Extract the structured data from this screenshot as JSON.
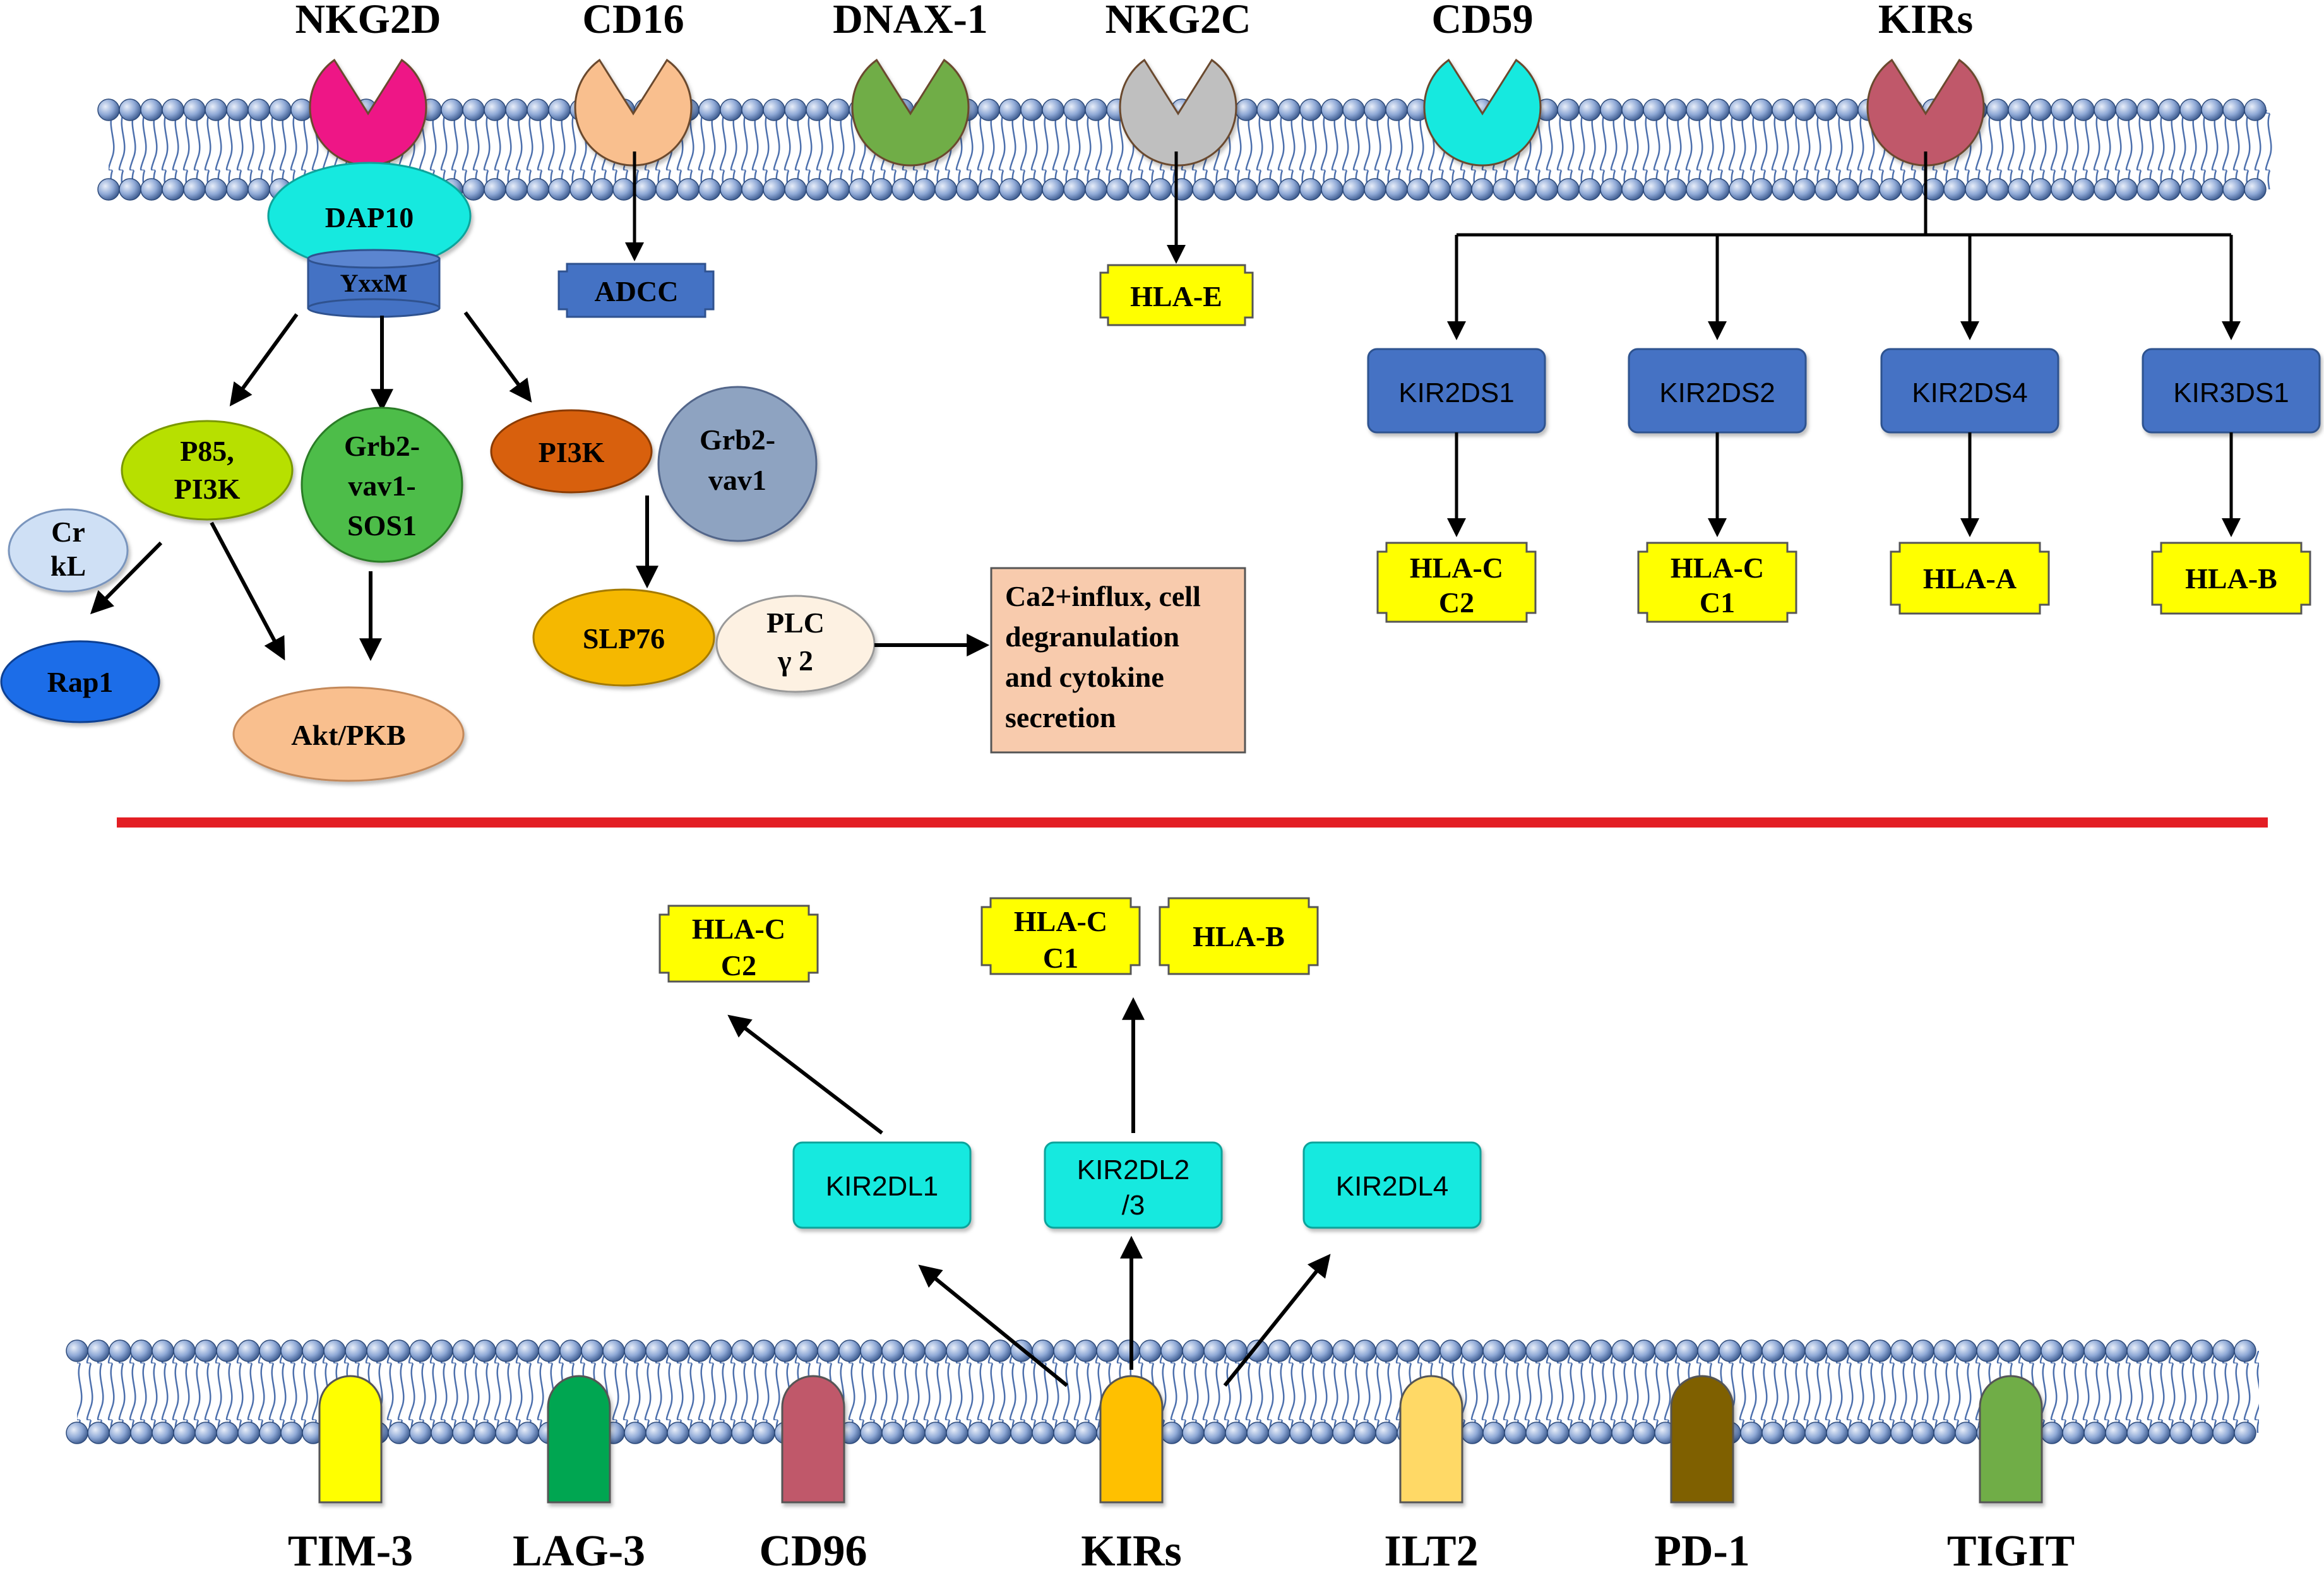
{
  "top_receptors": [
    {
      "label": "NKG2D",
      "color": "#ee1686"
    },
    {
      "label": "CD16",
      "color": "#f9bf8e"
    },
    {
      "label": "DNAX-1",
      "color": "#70ad47"
    },
    {
      "label": "NKG2C",
      "color": "#bfbfbf"
    },
    {
      "label": "CD59",
      "color": "#13e9df"
    },
    {
      "label": "KIRs",
      "color": "#c0586b"
    }
  ],
  "nkg2d_path": {
    "adaptor": "DAP10",
    "motif": "YxxM",
    "p85": [
      "P85,",
      "PI3K"
    ],
    "crkl": [
      "Cr",
      "kL"
    ],
    "rap1": "Rap1",
    "grb2_sos": [
      "Grb2-",
      "vav1-",
      "SOS1"
    ],
    "akt": "Akt/PKB",
    "pi3k": "PI3K",
    "grb2_vav": [
      "Grb2-",
      "vav1"
    ],
    "slp76": "SLP76",
    "plc": [
      "PLC",
      "γ 2"
    ],
    "outcome": [
      "Ca2+influx, cell",
      "degranulation",
      "and cytokine",
      "secretion"
    ]
  },
  "cd16_target": "ADCC",
  "nkg2c_target": "HLA-E",
  "activating_kirs": [
    {
      "name": "KIR2DS1",
      "ligand": [
        "HLA-C",
        "C2"
      ]
    },
    {
      "name": "KIR2DS2",
      "ligand": [
        "HLA-C",
        "C1"
      ]
    },
    {
      "name": "KIR2DS4",
      "ligand": [
        "HLA-A"
      ]
    },
    {
      "name": "KIR3DS1",
      "ligand": [
        "HLA-B"
      ]
    }
  ],
  "inhibitory_kirs": [
    {
      "name": [
        "KIR2DL1"
      ],
      "ligands": [
        [
          "HLA-C",
          "C2"
        ]
      ]
    },
    {
      "name": [
        "KIR2DL2",
        "/3"
      ],
      "ligands": [
        [
          "HLA-C",
          "C1"
        ],
        [
          "HLA-B"
        ]
      ]
    },
    {
      "name": [
        "KIR2DL4"
      ],
      "ligands": []
    }
  ],
  "bottom_receptors": [
    {
      "label": "TIM-3",
      "color": "#ffff00"
    },
    {
      "label": "LAG-3",
      "color": "#00a651"
    },
    {
      "label": "CD96",
      "color": "#c0586b"
    },
    {
      "label": "KIRs",
      "color": "#ffc000"
    },
    {
      "label": "ILT2",
      "color": "#ffd966"
    },
    {
      "label": "PD-1",
      "color": "#7f6000"
    },
    {
      "label": "TIGIT",
      "color": "#70ad47"
    }
  ],
  "colors": {
    "divider": "#e31e24",
    "blue_box": "#4472c4",
    "cyan_box": "#13e9df",
    "yellow_box": "#ffff00",
    "membrane": "#8fa9d6"
  }
}
